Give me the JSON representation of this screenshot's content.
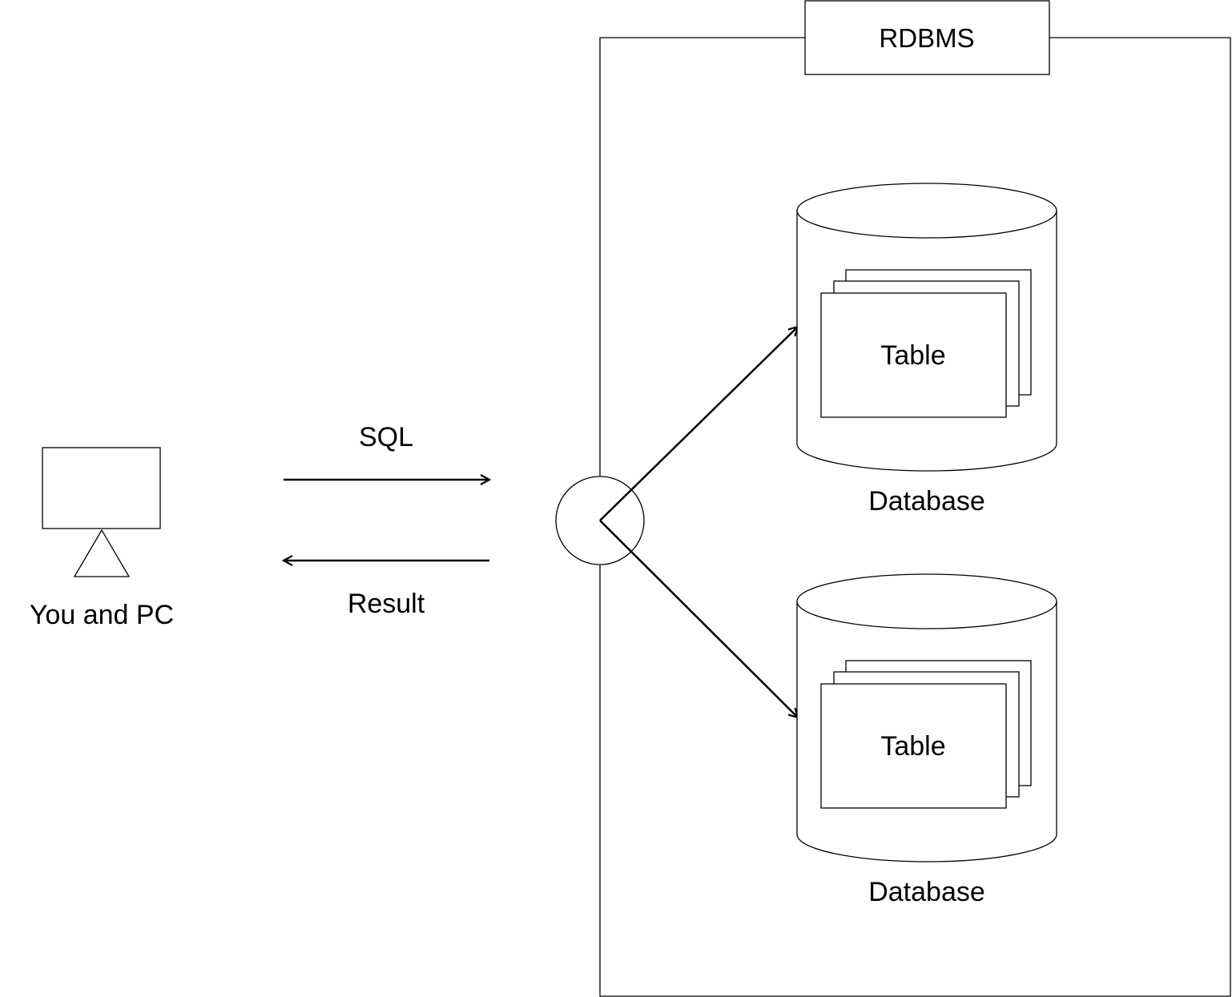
{
  "client": {
    "label": "You and PC",
    "icon": "computer-user-icon"
  },
  "request": {
    "label": "SQL"
  },
  "response": {
    "label": "Result"
  },
  "rdbms": {
    "label": "RDBMS"
  },
  "databases": [
    {
      "label": "Database",
      "table_label": "Table"
    },
    {
      "label": "Database",
      "table_label": "Table"
    }
  ],
  "colors": {
    "stroke": "#000000",
    "background": "#ffffff"
  }
}
